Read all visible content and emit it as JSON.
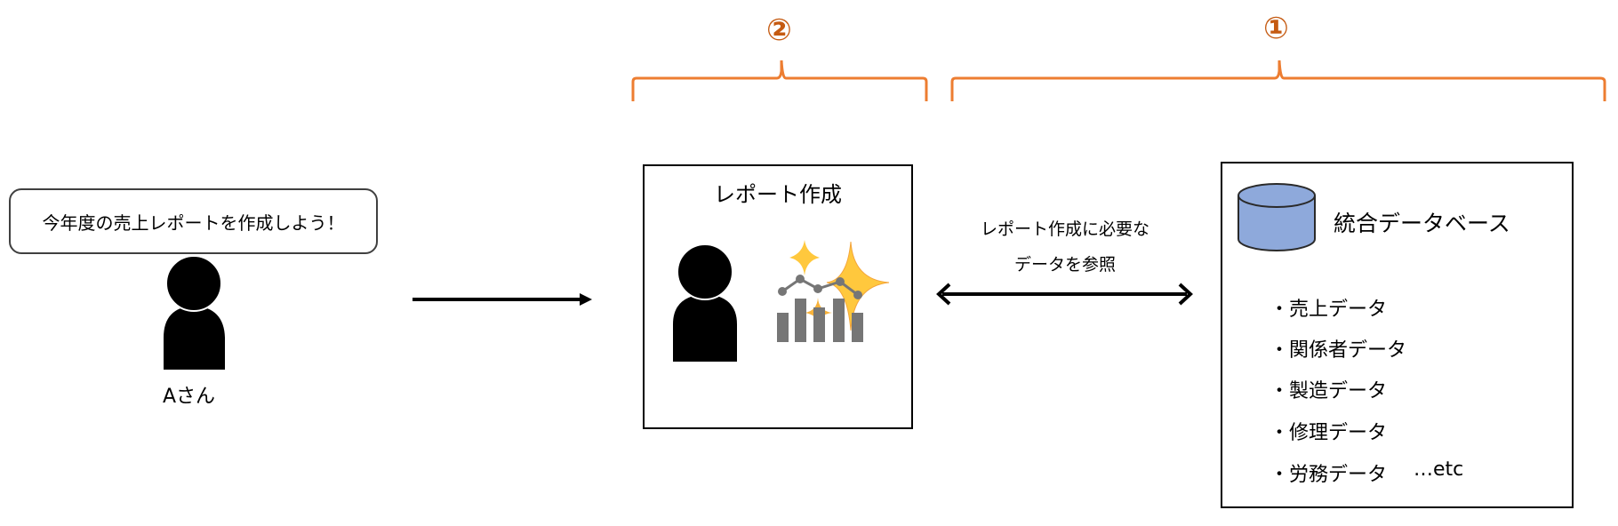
{
  "markers": {
    "step2": "②",
    "step1": "①"
  },
  "speech_bubble": "今年度の売上レポートを作成しよう！",
  "person_a_label": "Aさん",
  "report_box": {
    "title": "レポート作成"
  },
  "connection_label": {
    "line1": "レポート作成に必要な",
    "line2": "データを参照"
  },
  "database": {
    "title": "統合データベース",
    "items": [
      "・売上データ",
      "・関係者データ",
      "・製造データ",
      "・修理データ",
      "・労務データ"
    ],
    "etc": "…etc"
  },
  "colors": {
    "brace": "#ED7D31",
    "marker": "#C55A11",
    "cylinder": "#8EA9DB",
    "chart_bar": "#767676"
  }
}
